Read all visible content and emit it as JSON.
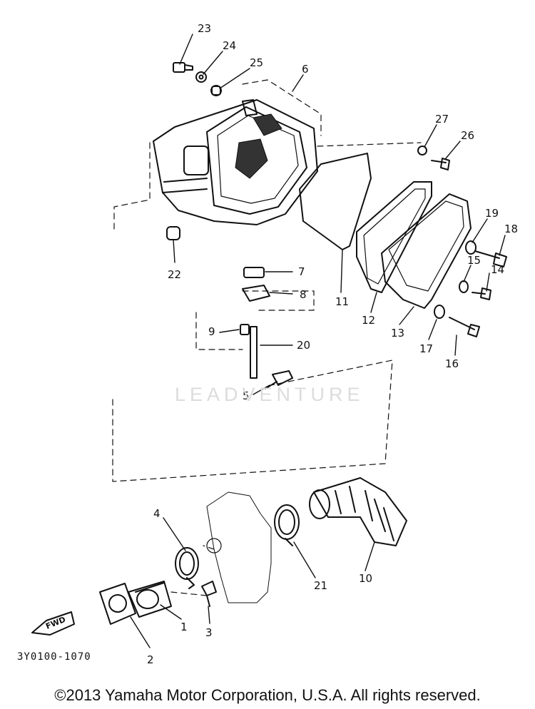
{
  "diagram": {
    "callouts": [
      {
        "id": "23",
        "label": "23"
      },
      {
        "id": "24",
        "label": "24"
      },
      {
        "id": "25",
        "label": "25"
      },
      {
        "id": "6",
        "label": "6"
      },
      {
        "id": "27",
        "label": "27"
      },
      {
        "id": "26",
        "label": "26"
      },
      {
        "id": "19",
        "label": "19"
      },
      {
        "id": "18",
        "label": "18"
      },
      {
        "id": "15",
        "label": "15"
      },
      {
        "id": "14",
        "label": "14"
      },
      {
        "id": "22",
        "label": "22"
      },
      {
        "id": "7",
        "label": "7"
      },
      {
        "id": "8",
        "label": "8"
      },
      {
        "id": "11",
        "label": "11"
      },
      {
        "id": "12",
        "label": "12"
      },
      {
        "id": "13",
        "label": "13"
      },
      {
        "id": "17",
        "label": "17"
      },
      {
        "id": "16",
        "label": "16"
      },
      {
        "id": "9",
        "label": "9"
      },
      {
        "id": "20",
        "label": "20"
      },
      {
        "id": "5",
        "label": "5"
      },
      {
        "id": "4",
        "label": "4"
      },
      {
        "id": "21",
        "label": "21"
      },
      {
        "id": "10",
        "label": "10"
      },
      {
        "id": "3",
        "label": "3"
      },
      {
        "id": "2",
        "label": "2"
      },
      {
        "id": "1",
        "label": "1"
      }
    ],
    "fwd_label": "FWD",
    "part_code": "3Y0100-1070",
    "watermark": "LEADVENTURE",
    "copyright": "©2013 Yamaha Motor Corporation, U.S.A. All rights reserved."
  }
}
